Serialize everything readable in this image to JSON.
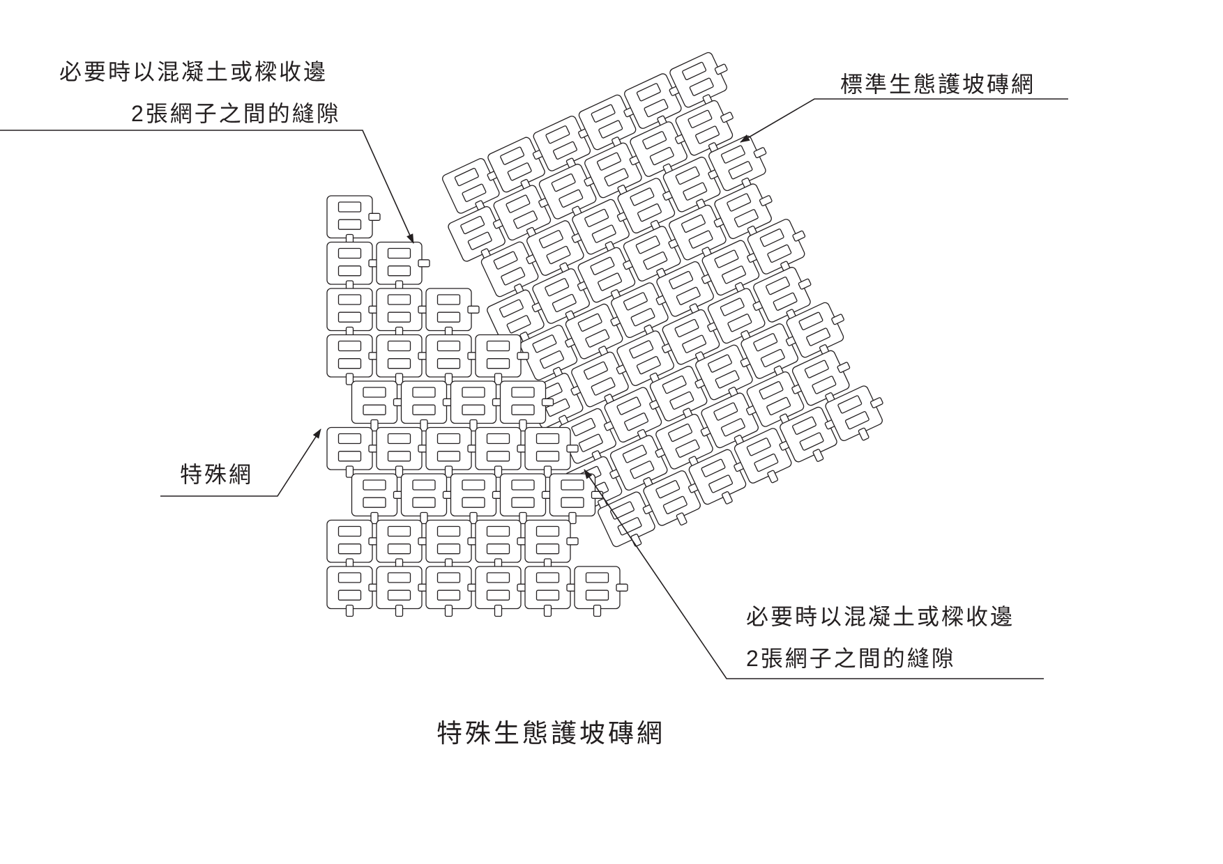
{
  "title": "特殊生態護坡磚網",
  "labels": {
    "top_left_line1": "必要時以混凝土或樑收邊",
    "top_left_line2": "2張網子之間的縫隙",
    "top_right": "標準生態護坡磚網",
    "special_net": "特殊網",
    "bottom_right_line1": "必要時以混凝土或樑收邊",
    "bottom_right_line2": "2張網子之間的縫隙"
  },
  "nets": {
    "left_net_name": "special-eco-brick-net",
    "right_net_name": "standard-eco-brick-net"
  },
  "colors": {
    "line": "#231f20",
    "background": "#ffffff"
  }
}
